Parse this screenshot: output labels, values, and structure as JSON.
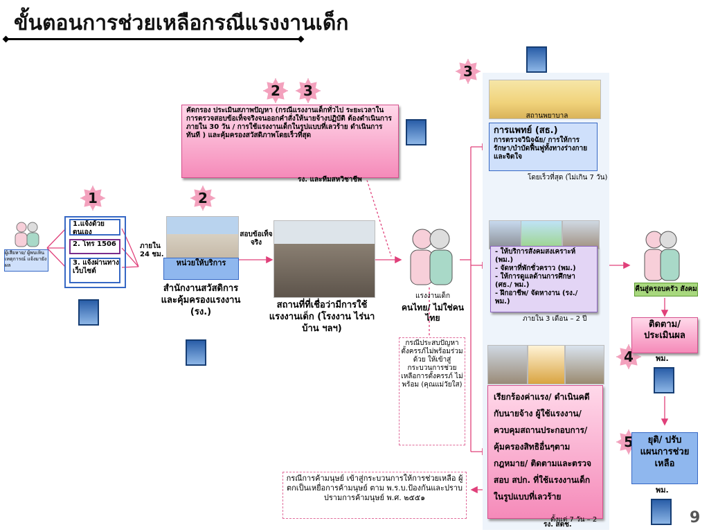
{
  "title": "ขั้นตอนการช่วยเหลือกรณีแรงงานเด็ก",
  "step_badges": {
    "s1": "1",
    "s2a": "2",
    "s2b": "2",
    "s3a": "3",
    "s3b": "3",
    "s4": "4",
    "s5": "5"
  },
  "reporter_label": "ผู้เสียหาย/ ผู้พบเห็นเหตุการณ์ แจ้งมายังผล",
  "channels": [
    "1.แจ้งด้วยตนเอง",
    "2. โทร 1506",
    "3. แจ้งผ่านทางเว็บไซต์"
  ],
  "within_24": "ภายใน 24 ชม.",
  "service_unit_top": "หน่วยให้บริการ",
  "service_unit": "สำนักงานสวัสดิการและคุ้มครองแรงงาน (รง.)",
  "investigate": "สอบข้อเท็จจริง",
  "workplace": "สถานที่ที่เชื่อว่ามีการใช้ แรงงานเด็ก (โรงงาน ไร่นา บ้าน ฯลฯ)",
  "screening": "คัดกรอง ประเมินสภาพปัญหา (กรณีแรงงานเด็กทั่วไป ระยะเวลาในการตรวจสอบข้อเท็จจริงจนออกคำสั่งให้นายจ้างปฏิบัติ ต้องดำเนินการภายใน 30 วัน / การใช้แรงงานเด็กในรูปแบบที่เลวร้าย ดำเนินการทันที ) และคุ้มครองสวัสดิภาพโดยเร็วที่สุด",
  "screening_team": "รง. และทีมสหวิชาชีพ",
  "child_worker": "แรงงานเด็ก",
  "child_nationality": "คนไทย/ ไม่ใช่คนไทย",
  "consent_note": "กรณีประสบปัญหา ตั้งครรภ์ไม่พร้อมร่วมด้วย ให้เข้าสู่กระบวนการช่วยเหลือการตั้งครรภ์ ไม่พร้อม (คุณแม่วัยใส)",
  "trafficking_note": "กรณีการค้ามนุษย์ เข้าสู่กระบวนการให้การช่วยเหลือ ผู้ตกเป็นเหยื่อการค้ามนุษย์ ตาม พ.ร.บ.ป้องกันและปราบปรามการค้ามนุษย์ พ.ศ. ๒๕๕๑",
  "hospital_caption": "สถานพยาบาล",
  "medical_title": "การแพทย์ (สธ.)",
  "medical_desc": "การตรวจวินิจฉัย/ การให้การรักษา/บำบัดฟื้นฟูทั้งทางร่างกายและจิตใจ",
  "medical_time": "โดยเร็วที่สุด (ไม่เกิน 7 วัน)",
  "social_items": [
    "- ให้บริการสังคมสงเคราะห์ (พม.)",
    "- จัดหาที่พักชั่วคราว (พม.)",
    "- ให้การดูแลด้านการศึกษา (ศธ./ พม.)",
    "- ฝึกอาชีพ/ จัดหางาน (รง./ พม.)"
  ],
  "social_time": "ภายใน 3 เดือน – 2 ปี",
  "legal_desc": "เรียกร้องค่าแรง/ ดำเนินคดีกับนายจ้าง ผู้ใช้แรงงาน/ ควบคุมสถานประกอบการ/ คุ้มครองสิทธิอื่นๆตามกฎหมาย/ ติดตามและตรวจสอบ สปก. ที่ใช้แรงงานเด็กในรูปแบบที่เลวร้าย",
  "legal_org": "รง. สตช.",
  "legal_time": "ตั้งแต่ 7 วัน – 2",
  "return_label": "คืนสู่ครอบครัว สังคม",
  "followup": "ติดตาม/ ประเมินผล",
  "followup_org": "พม.",
  "terminate": "ยุติ/ ปรับแผนการช่วยเหลือ",
  "terminate_org": "พม.",
  "page_number": "9",
  "colors": {
    "pink": "#f58ab9",
    "lavender": "#e3d5f5",
    "blue": "#cfe0fb",
    "arrow": "#e0407a"
  }
}
